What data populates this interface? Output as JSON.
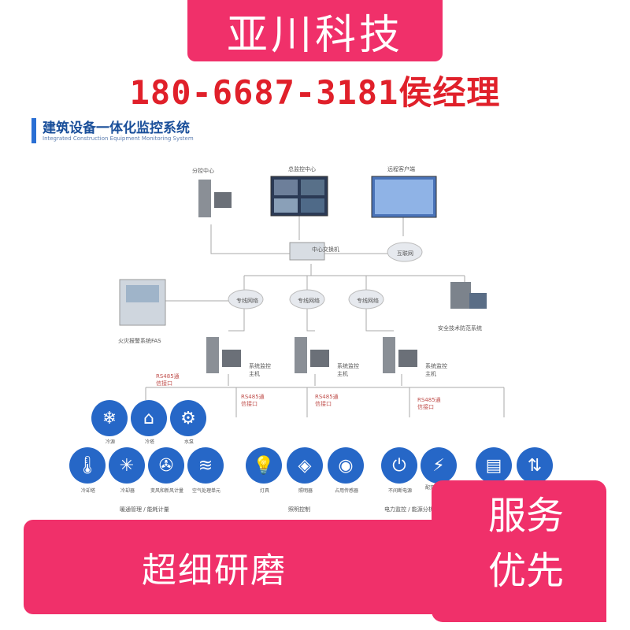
{
  "banner_top": "亚川科技",
  "phone": {
    "number": "180-6687-3181",
    "name": "侯经理"
  },
  "diagram": {
    "title": "建筑设备一体化监控系统",
    "subtitle": "Integrated Construction Equipment Monitoring System",
    "top_labels": [
      "分控中心",
      "总监控中心",
      "远程客户端"
    ],
    "switch_label": "中心交换机",
    "cloud_internet": "互联网",
    "cloud_private": [
      "专线网络",
      "专线网络",
      "专线网络"
    ],
    "fire_label": "火灾报警系统FAS",
    "security_label": "安全技术防范系统",
    "hosts": [
      "系统监控主机",
      "系统监控主机",
      "系统监控主机"
    ],
    "rs485": [
      "RS485通信接口",
      "RS485通信接口",
      "RS485通信接口",
      "RS485通信接口"
    ],
    "icon_labels": [
      "冷源",
      "冷塔",
      "水泵",
      "冷却塔",
      "冷却器",
      "变风和新风计量",
      "空气处理单元",
      "灯具",
      "照明器",
      "占用传感器",
      "不间断电源",
      "配变电自动化",
      "",
      ""
    ],
    "group_labels": [
      "暖通管理 / 能耗计量",
      "照明控制",
      "电力监控 / 能源分析"
    ]
  },
  "banner_bottom": "超细研磨",
  "banner_right": [
    "服务",
    "优先"
  ]
}
